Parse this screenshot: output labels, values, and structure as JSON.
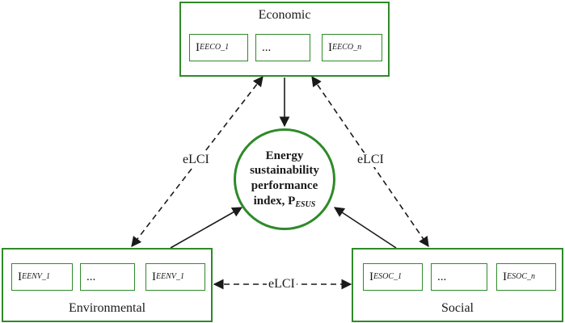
{
  "economic": {
    "title": "Economic",
    "items": [
      {
        "base": "I",
        "sub": "EECO_1"
      },
      {
        "base": "...",
        "sub": ""
      },
      {
        "base": "I",
        "sub": "EECO_n"
      }
    ]
  },
  "environmental": {
    "title": "Environmental",
    "items": [
      {
        "base": "I",
        "sub": "EENV_1"
      },
      {
        "base": "...",
        "sub": ""
      },
      {
        "base": "I",
        "sub": "EENV_1"
      }
    ]
  },
  "social": {
    "title": "Social",
    "items": [
      {
        "base": "I",
        "sub": "ESOC_1"
      },
      {
        "base": "...",
        "sub": ""
      },
      {
        "base": "I",
        "sub": "ESOC_n"
      }
    ]
  },
  "center": {
    "line1": "Energy",
    "line2": "sustainability",
    "line3": "performance",
    "line4": "index, P",
    "sub": "ESUS"
  },
  "links": {
    "left": "eLCI",
    "right": "eLCI",
    "bottom": "eLCI"
  },
  "colors": {
    "box_border": "#2f8a2a",
    "arrow": "#1a1a1a"
  }
}
